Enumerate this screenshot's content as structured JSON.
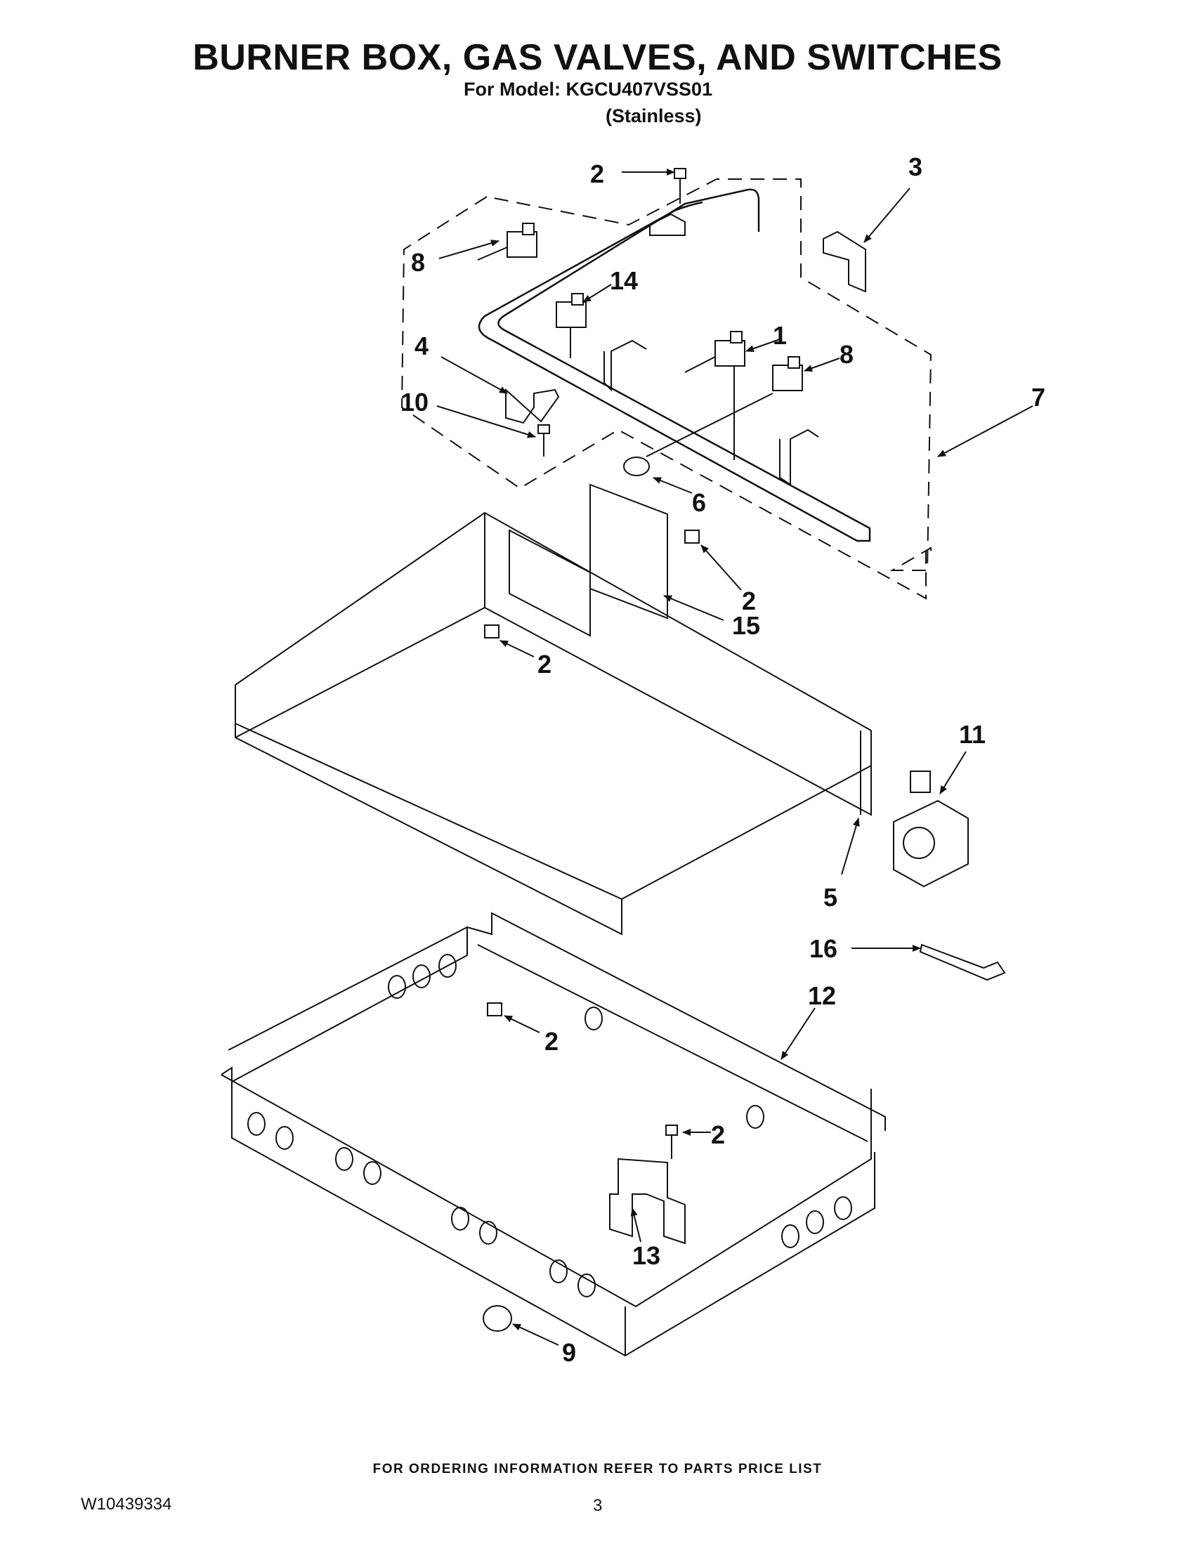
{
  "header": {
    "title": "BURNER BOX, GAS VALVES, AND SWITCHES",
    "model_line": "For Model: KGCU407VSS01",
    "variant": "(Stainless)"
  },
  "callouts": [
    "1",
    "2",
    "3",
    "4",
    "5",
    "6",
    "7",
    "8",
    "9",
    "10",
    "11",
    "12",
    "13",
    "14",
    "15",
    "16"
  ],
  "footer": {
    "ordering_note": "FOR ORDERING INFORMATION REFER TO PARTS PRICE LIST",
    "doc_number": "W10439334",
    "page_number": "3"
  }
}
